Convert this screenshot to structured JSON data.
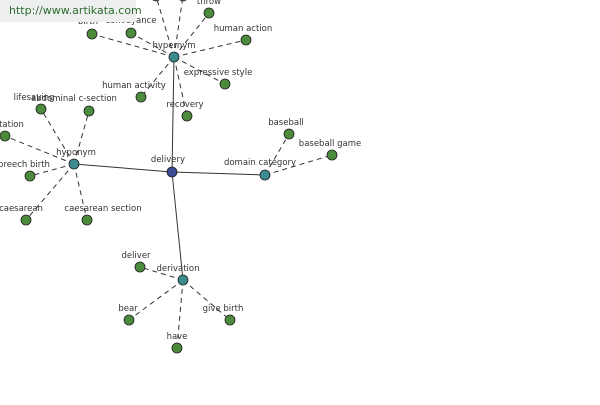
{
  "banner": {
    "url": "http://www.artikata.com"
  },
  "colors": {
    "center": "#3a4c96",
    "category": "#3b8b8f",
    "leaf": "#4c8a3c",
    "edge": "#333333",
    "stroke": "#1e1e1e"
  },
  "graph": {
    "nodes": [
      {
        "id": "delivery",
        "label": "delivery",
        "kind": "center"
      },
      {
        "id": "hypernym",
        "label": "hypernym",
        "kind": "category"
      },
      {
        "id": "hyponym",
        "label": "hyponym",
        "kind": "category"
      },
      {
        "id": "domain-category",
        "label": "domain category",
        "kind": "category"
      },
      {
        "id": "derivation",
        "label": "derivation",
        "kind": "category"
      },
      {
        "id": "birth",
        "label": "birth",
        "kind": "leaf"
      },
      {
        "id": "conveyance",
        "label": "conveyance",
        "kind": "leaf"
      },
      {
        "id": "throw",
        "label": "throw",
        "kind": "leaf"
      },
      {
        "id": "human-action",
        "label": "human action",
        "kind": "leaf"
      },
      {
        "id": "expressive-style",
        "label": "expressive style",
        "kind": "leaf"
      },
      {
        "id": "human-activity",
        "label": "human activity",
        "kind": "leaf"
      },
      {
        "id": "recovery",
        "label": "recovery",
        "kind": "leaf"
      },
      {
        "id": "lifesaving",
        "label": "lifesaving",
        "kind": "leaf"
      },
      {
        "id": "abdominal-c-section",
        "label": "abdominal c-section",
        "kind": "leaf"
      },
      {
        "id": "presentation",
        "label": "presentation",
        "kind": "leaf"
      },
      {
        "id": "breech-birth",
        "label": "breech birth",
        "kind": "leaf"
      },
      {
        "id": "caesarean",
        "label": "caesarean",
        "kind": "leaf"
      },
      {
        "id": "caesarean-section",
        "label": "caesarean section",
        "kind": "leaf"
      },
      {
        "id": "baseball",
        "label": "baseball",
        "kind": "leaf"
      },
      {
        "id": "baseball-game",
        "label": "baseball game",
        "kind": "leaf"
      },
      {
        "id": "deliver",
        "label": "deliver",
        "kind": "leaf"
      },
      {
        "id": "bear",
        "label": "bear",
        "kind": "leaf"
      },
      {
        "id": "give-birth",
        "label": "give birth",
        "kind": "leaf"
      },
      {
        "id": "have",
        "label": "have",
        "kind": "leaf"
      },
      {
        "id": "leaf-top-a",
        "label": "",
        "kind": "leaf"
      },
      {
        "id": "leaf-top-b",
        "label": "",
        "kind": "leaf"
      }
    ],
    "edges": [
      {
        "from": "delivery",
        "to": "hypernym",
        "style": "solid"
      },
      {
        "from": "delivery",
        "to": "hyponym",
        "style": "solid"
      },
      {
        "from": "delivery",
        "to": "domain-category",
        "style": "solid"
      },
      {
        "from": "delivery",
        "to": "derivation",
        "style": "solid"
      },
      {
        "from": "hypernym",
        "to": "birth",
        "style": "dashed"
      },
      {
        "from": "hypernym",
        "to": "conveyance",
        "style": "dashed"
      },
      {
        "from": "hypernym",
        "to": "throw",
        "style": "dashed"
      },
      {
        "from": "hypernym",
        "to": "human-action",
        "style": "dashed"
      },
      {
        "from": "hypernym",
        "to": "expressive-style",
        "style": "dashed"
      },
      {
        "from": "hypernym",
        "to": "human-activity",
        "style": "dashed"
      },
      {
        "from": "hypernym",
        "to": "recovery",
        "style": "dashed"
      },
      {
        "from": "hypernym",
        "to": "leaf-top-a",
        "style": "dashed"
      },
      {
        "from": "hypernym",
        "to": "leaf-top-b",
        "style": "dashed"
      },
      {
        "from": "hyponym",
        "to": "lifesaving",
        "style": "dashed"
      },
      {
        "from": "hyponym",
        "to": "abdominal-c-section",
        "style": "dashed"
      },
      {
        "from": "hyponym",
        "to": "presentation",
        "style": "dashed"
      },
      {
        "from": "hyponym",
        "to": "breech-birth",
        "style": "dashed"
      },
      {
        "from": "hyponym",
        "to": "caesarean",
        "style": "dashed"
      },
      {
        "from": "hyponym",
        "to": "caesarean-section",
        "style": "dashed"
      },
      {
        "from": "domain-category",
        "to": "baseball",
        "style": "dashed"
      },
      {
        "from": "domain-category",
        "to": "baseball-game",
        "style": "dashed"
      },
      {
        "from": "derivation",
        "to": "deliver",
        "style": "dashed"
      },
      {
        "from": "derivation",
        "to": "bear",
        "style": "dashed"
      },
      {
        "from": "derivation",
        "to": "give-birth",
        "style": "dashed"
      },
      {
        "from": "derivation",
        "to": "have",
        "style": "dashed"
      }
    ]
  }
}
